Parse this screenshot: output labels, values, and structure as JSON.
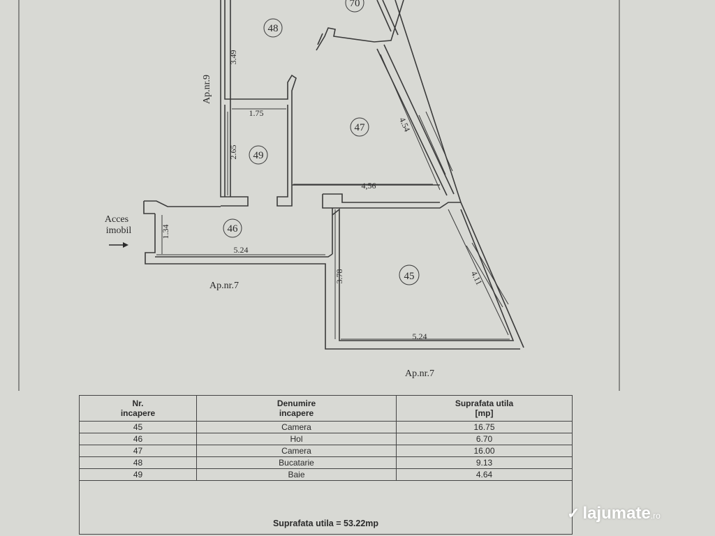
{
  "plan": {
    "rooms": [
      {
        "id": "r48",
        "number": "48"
      },
      {
        "id": "r47",
        "number": "47"
      },
      {
        "id": "r49",
        "number": "49"
      },
      {
        "id": "r46",
        "number": "46"
      },
      {
        "id": "r45",
        "number": "45"
      },
      {
        "id": "r70",
        "number": "70"
      }
    ],
    "dimensions": {
      "d349": "3.49",
      "d175": "1.75",
      "d265": "2.65",
      "d454": "4.54",
      "d456": "4,56",
      "d134": "1.34",
      "d524a": "5.24",
      "d378": "3.78",
      "d411": "4.11",
      "d524b": "5.24"
    },
    "labels": {
      "apnr9": "Ap.nr.9",
      "apnr7_left": "Ap.nr.7",
      "apnr7_bottom": "Ap.nr.7",
      "acces_line1": "Acces",
      "acces_line2": "imobil"
    }
  },
  "table": {
    "headers": {
      "nr_line1": "Nr.",
      "nr_line2": "incapere",
      "name_line1": "Denumire",
      "name_line2": "incapere",
      "area_line1": "Suprafata utila",
      "area_line2": "[mp]"
    },
    "rows": [
      {
        "nr": "45",
        "name": "Camera",
        "area": "16.75"
      },
      {
        "nr": "46",
        "name": "Hol",
        "area": "6.70"
      },
      {
        "nr": "47",
        "name": "Camera",
        "area": "16.00"
      },
      {
        "nr": "48",
        "name": "Bucatarie",
        "area": "9.13"
      },
      {
        "nr": "49",
        "name": "Baie",
        "area": "4.64"
      }
    ],
    "total": "Suprafata utila = 53.22mp"
  },
  "watermark": {
    "brand": "lajumate",
    "tld": ".ro",
    "icon": "lajumate-logo-icon"
  }
}
